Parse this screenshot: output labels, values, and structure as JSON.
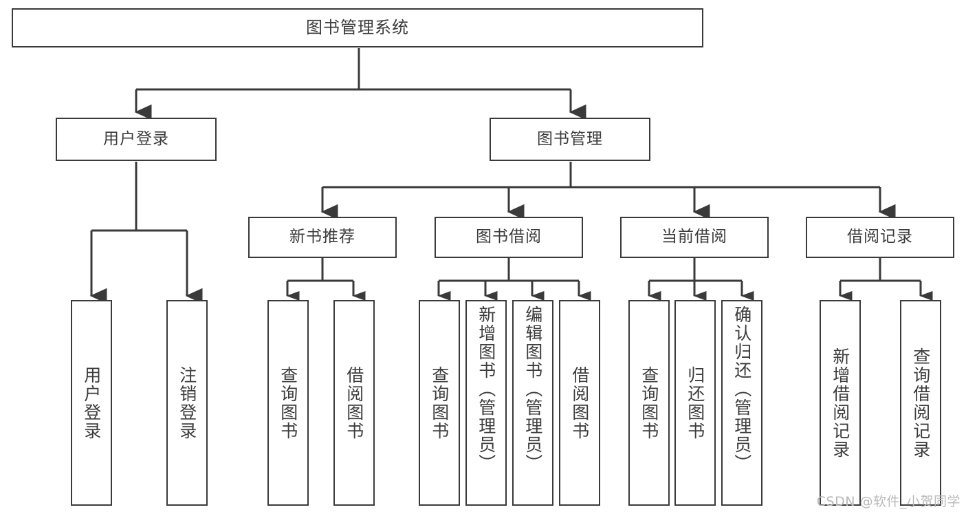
{
  "diagram": {
    "title": "图书管理系统",
    "type": "tree",
    "watermark": "CSDN @软件_小贺同学",
    "stroke_color": "#3a3a3a",
    "text_color": "#3c3c3c",
    "background_color": "#ffffff",
    "root": {
      "label": "图书管理系统"
    },
    "level2": [
      {
        "label": "用户登录"
      },
      {
        "label": "图书管理"
      }
    ],
    "level3": [
      {
        "label": "新书推荐"
      },
      {
        "label": "图书借阅"
      },
      {
        "label": "当前借阅"
      },
      {
        "label": "借阅记录"
      }
    ],
    "leaves": {
      "user_login": [
        {
          "label": "用户登录"
        },
        {
          "label": "注销登录"
        }
      ],
      "new_book_recommend": [
        {
          "label": "查询图书"
        },
        {
          "label": "借阅图书"
        }
      ],
      "book_borrow": [
        {
          "label": "查询图书"
        },
        {
          "label": "新增图书（管理员）"
        },
        {
          "label": "编辑图书（管理员）"
        },
        {
          "label": "借阅图书"
        }
      ],
      "current_borrow": [
        {
          "label": "查询图书"
        },
        {
          "label": "归还图书"
        },
        {
          "label": "确认归还（管理员）"
        }
      ],
      "borrow_record": [
        {
          "label": "新增借阅记录"
        },
        {
          "label": "查询借阅记录"
        }
      ]
    }
  }
}
